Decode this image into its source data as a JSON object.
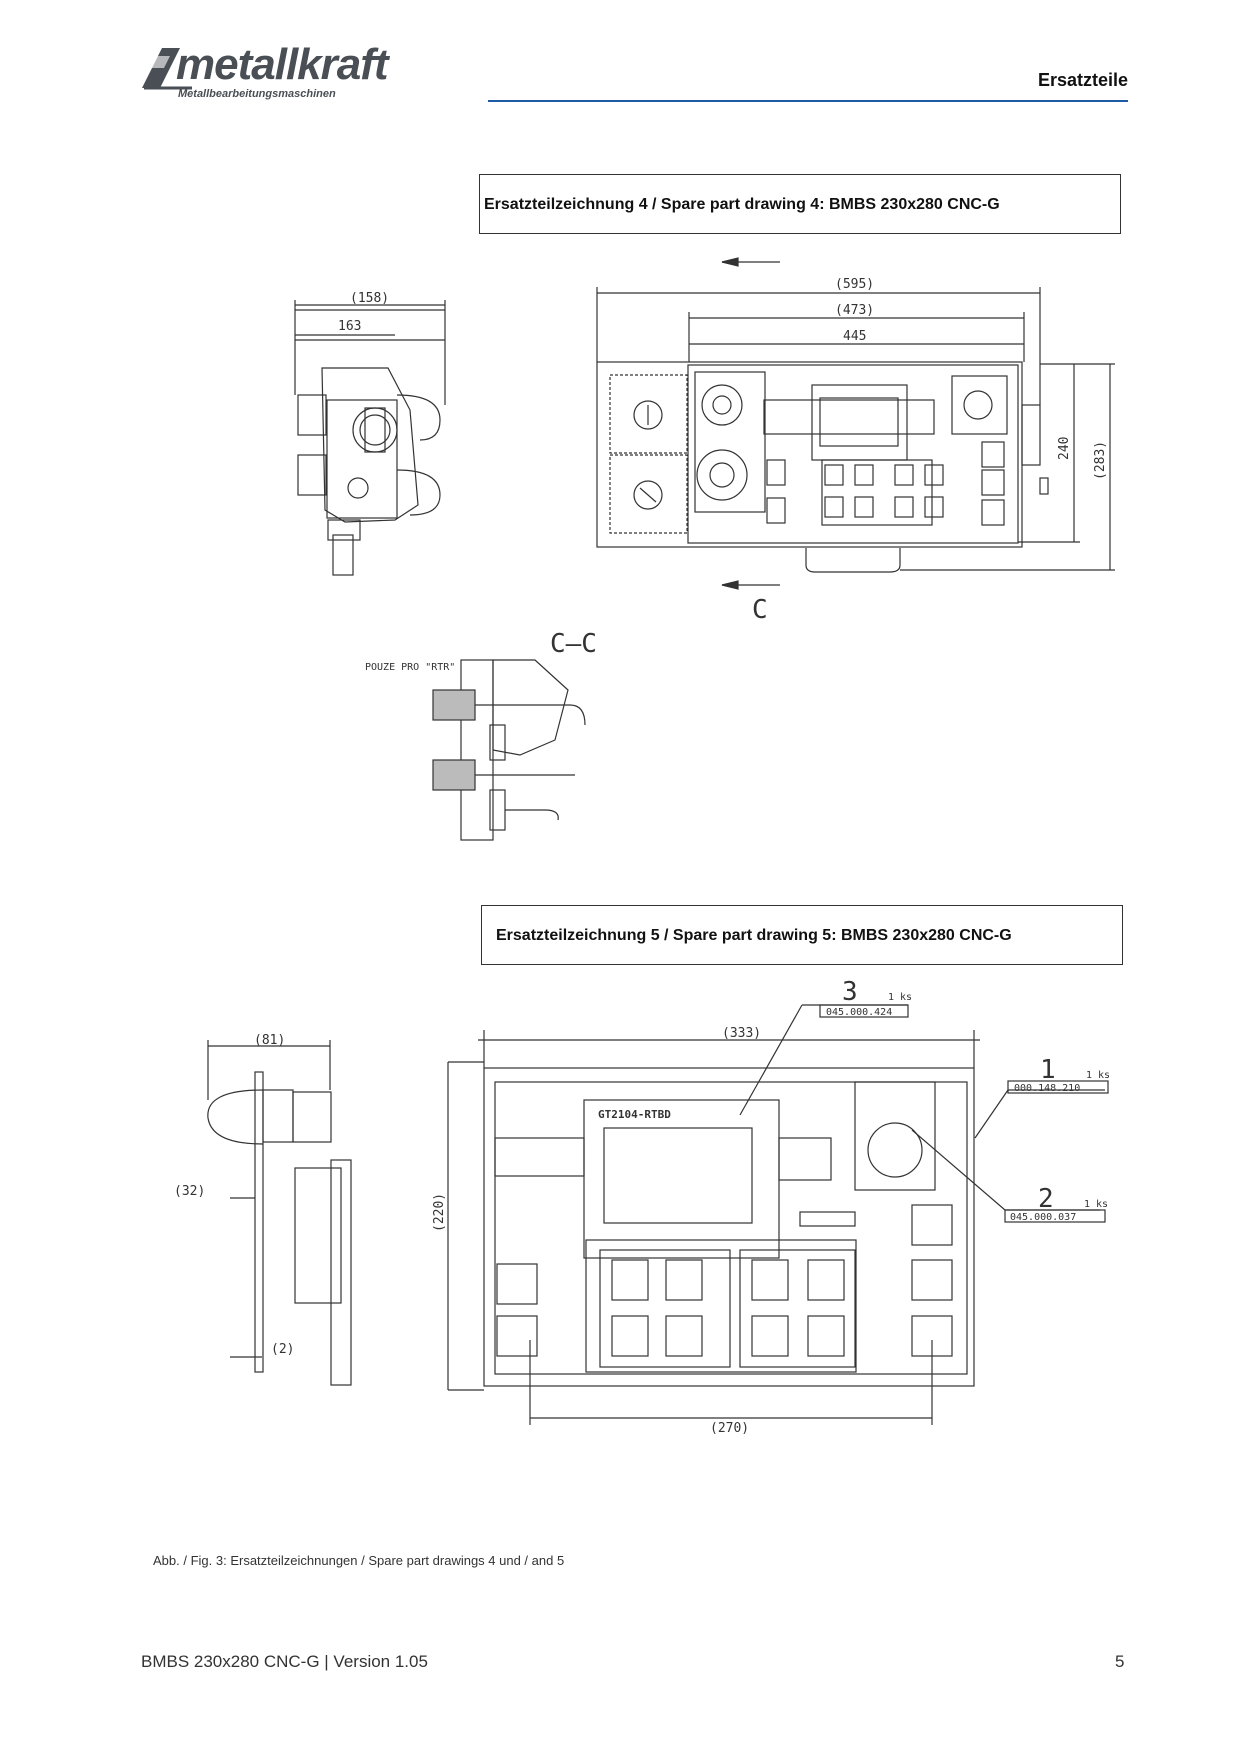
{
  "header": {
    "logo_word": "metallkraft",
    "logo_sub": "Metallbearbeitungsmaschinen",
    "section": "Ersatzteile",
    "brand_color": "#1f5aa6"
  },
  "drawing4": {
    "caption": "Ersatzteilzeichnung 4 / Spare part drawing 4: BMBS 230x280 CNC-G",
    "dims": [
      "(158)",
      "163",
      "(595)",
      "(473)",
      "445",
      "240",
      "(283)"
    ],
    "section_label": "C",
    "section_view": "C–C",
    "note": "POUZE PRO \"RTR\""
  },
  "drawing5": {
    "caption": "Ersatzteilzeichnung 5 / Spare part drawing 5: BMBS 230x280 CNC-G",
    "dims": [
      "(81)",
      "(32)",
      "(2)",
      "(333)",
      "(220)",
      "(270)"
    ],
    "screen_label": "GT2104-RTBD",
    "callouts": [
      {
        "num": "3",
        "qty": "1 ks",
        "part": "045.000.424"
      },
      {
        "num": "1",
        "qty": "1 ks",
        "part": "000.148.210"
      },
      {
        "num": "2",
        "qty": "1 ks",
        "part": "045.000.037"
      }
    ]
  },
  "figure_caption": "Abb. / Fig. 3: Ersatzteilzeichnungen / Spare part drawings 4 und / and 5",
  "footer": {
    "doc": "BMBS 230x280 CNC-G | Version 1.05",
    "page": "5"
  }
}
